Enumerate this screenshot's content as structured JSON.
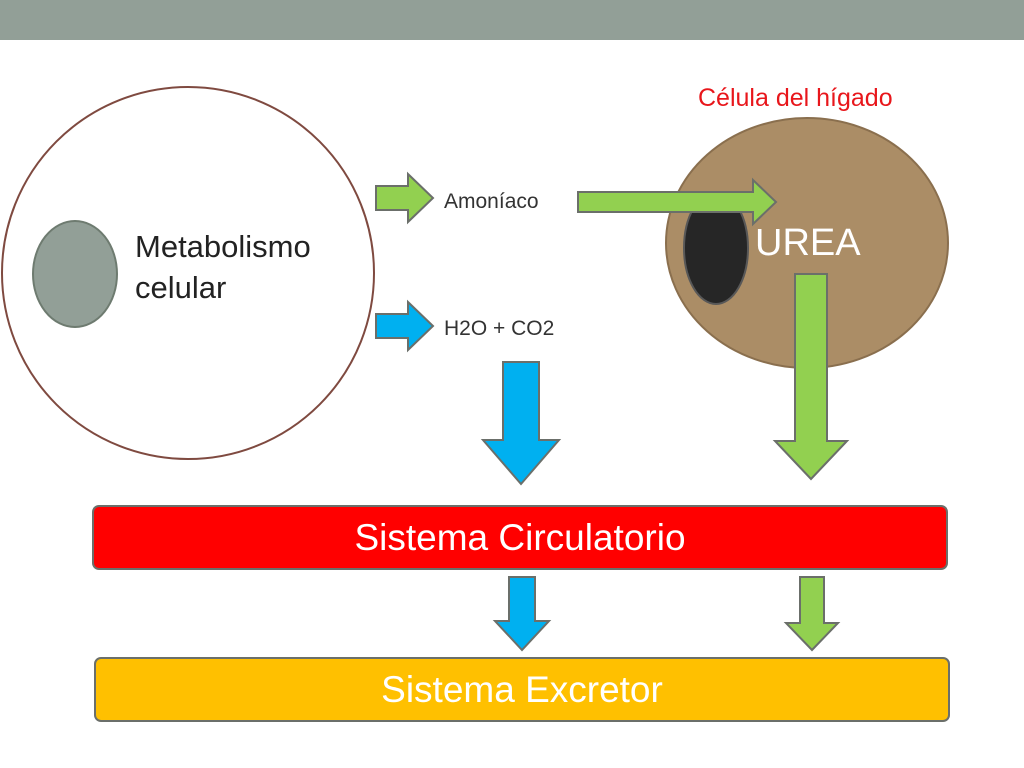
{
  "colors": {
    "topbar": "#929f97",
    "green_arrow": "#92d050",
    "blue_arrow": "#00b0f0",
    "liver_cell": "#ab8d66",
    "liver_nucleus": "#262626",
    "cell_nucleus": "#929f97",
    "circulatory": "#ff0000",
    "excretory": "#ffc000",
    "liver_title": "#e8161b"
  },
  "cell": {
    "label": "Metabolismo celular"
  },
  "products": {
    "ammonia": "Amoníaco",
    "water_co2": "H2O + CO2"
  },
  "liver": {
    "title": "Célula del hígado",
    "urea": "UREA"
  },
  "systems": {
    "circulatory": "Sistema Circulatorio",
    "excretory": "Sistema Excretor"
  },
  "icons": [
    "right-arrow-icon",
    "down-arrow-icon"
  ]
}
